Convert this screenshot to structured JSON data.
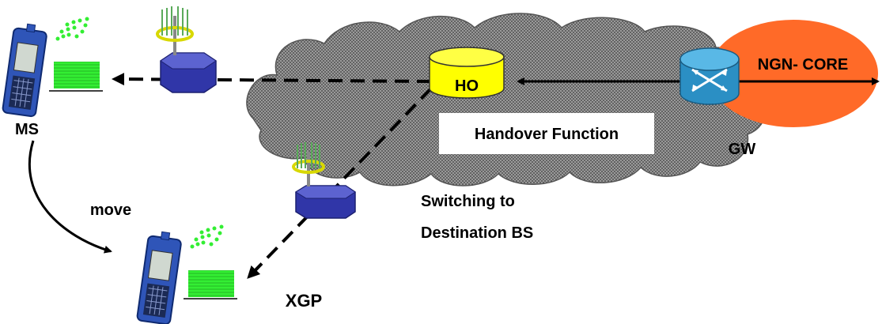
{
  "labels": {
    "ms": "MS",
    "move": "move",
    "ho": "HO",
    "handover_function": "Handover Function",
    "ngn_core": "NGN- CORE",
    "gw": "GW",
    "switching_line1": "Switching to",
    "switching_line2": "Destination BS",
    "xgp": "XGP"
  },
  "colors": {
    "cloud_fill": "#8a8a8a",
    "ngn_core": "#ff6a28",
    "ho_cylinder": "#ffff00",
    "base_station": "#3036a8",
    "router": "#2b8fc4",
    "phone_body": "#2f55b8",
    "signal_green": "#33ee33"
  },
  "icons": [
    "mobile-phone-icon",
    "base-station-icon",
    "antenna-icon",
    "router-icon",
    "signal-waves-icon"
  ]
}
